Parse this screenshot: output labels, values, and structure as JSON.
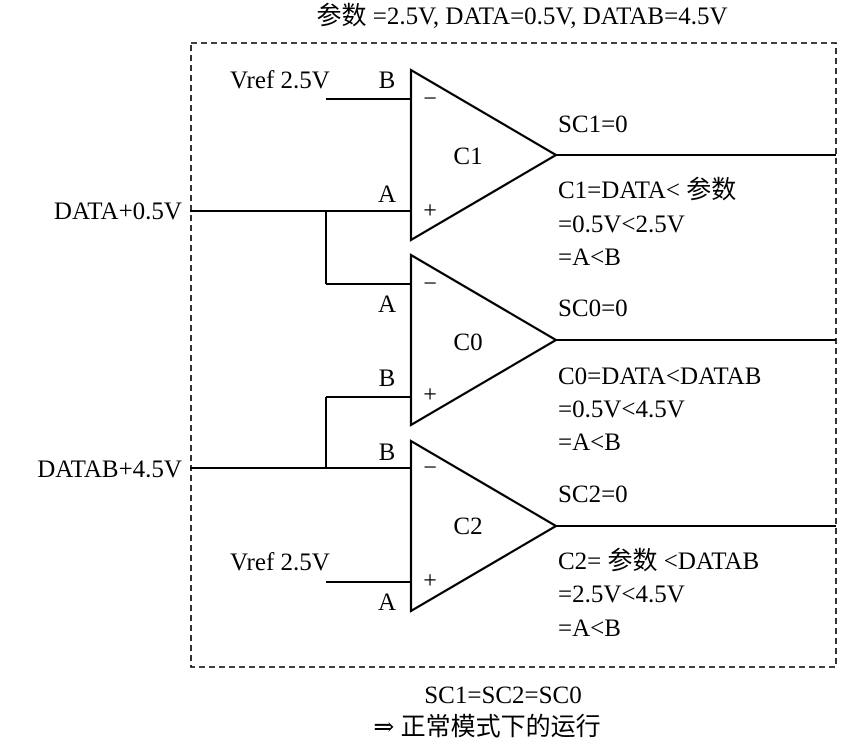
{
  "header": "参数 =2.5V, DATA=0.5V, DATAB=4.5V",
  "inputs": {
    "data": "DATA+0.5V",
    "datab": "DATAB+4.5V",
    "vref_top": "Vref 2.5V",
    "vref_bottom": "Vref 2.5V"
  },
  "pins": {
    "a": "A",
    "b": "B",
    "minus": "−",
    "plus": "+"
  },
  "comparators": {
    "c1": {
      "name": "C1",
      "output": "SC1=0",
      "lines": [
        "C1=DATA< 参数",
        "=0.5V<2.5V",
        "=A<B"
      ]
    },
    "c0": {
      "name": "C0",
      "output": "SC0=0",
      "lines": [
        "C0=DATA<DATAB",
        "=0.5V<4.5V",
        "=A<B"
      ]
    },
    "c2": {
      "name": "C2",
      "output": "SC2=0",
      "lines": [
        "C2= 参数 <DATAB",
        "=2.5V<4.5V",
        "=A<B"
      ]
    }
  },
  "footer": {
    "line1": "SC1=SC2=SC0",
    "line2": "⇒ 正常模式下的运行"
  }
}
